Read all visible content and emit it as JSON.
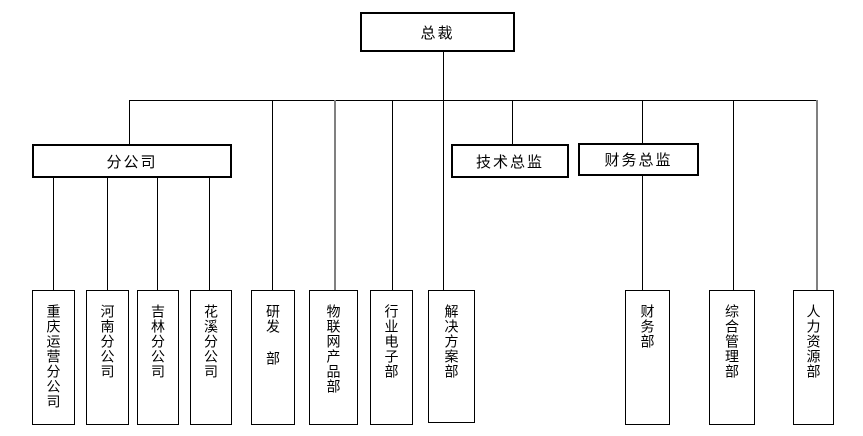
{
  "diagram_type": "org-chart",
  "root": {
    "label": "总裁",
    "children": [
      {
        "label": "分公司",
        "children": [
          {
            "label": "重庆运营分公司"
          },
          {
            "label": "河南分公司"
          },
          {
            "label": "吉林分公司"
          },
          {
            "label": "花溪分公司"
          }
        ]
      },
      {
        "label": "研发 部"
      },
      {
        "label": "物联网产品部"
      },
      {
        "label": "行业电子部"
      },
      {
        "label": "解决方案部"
      },
      {
        "label": "技术总监"
      },
      {
        "label": "财务总监",
        "children": [
          {
            "label": "财务部"
          }
        ]
      },
      {
        "label": "综合管理部"
      },
      {
        "label": "人力资源部"
      }
    ]
  },
  "colors": {
    "background": "#ffffff",
    "box_fill": "#ffffff",
    "box_border": "#000000",
    "text": "#000000",
    "connector": "#000000",
    "connector_gray": "#808080"
  }
}
